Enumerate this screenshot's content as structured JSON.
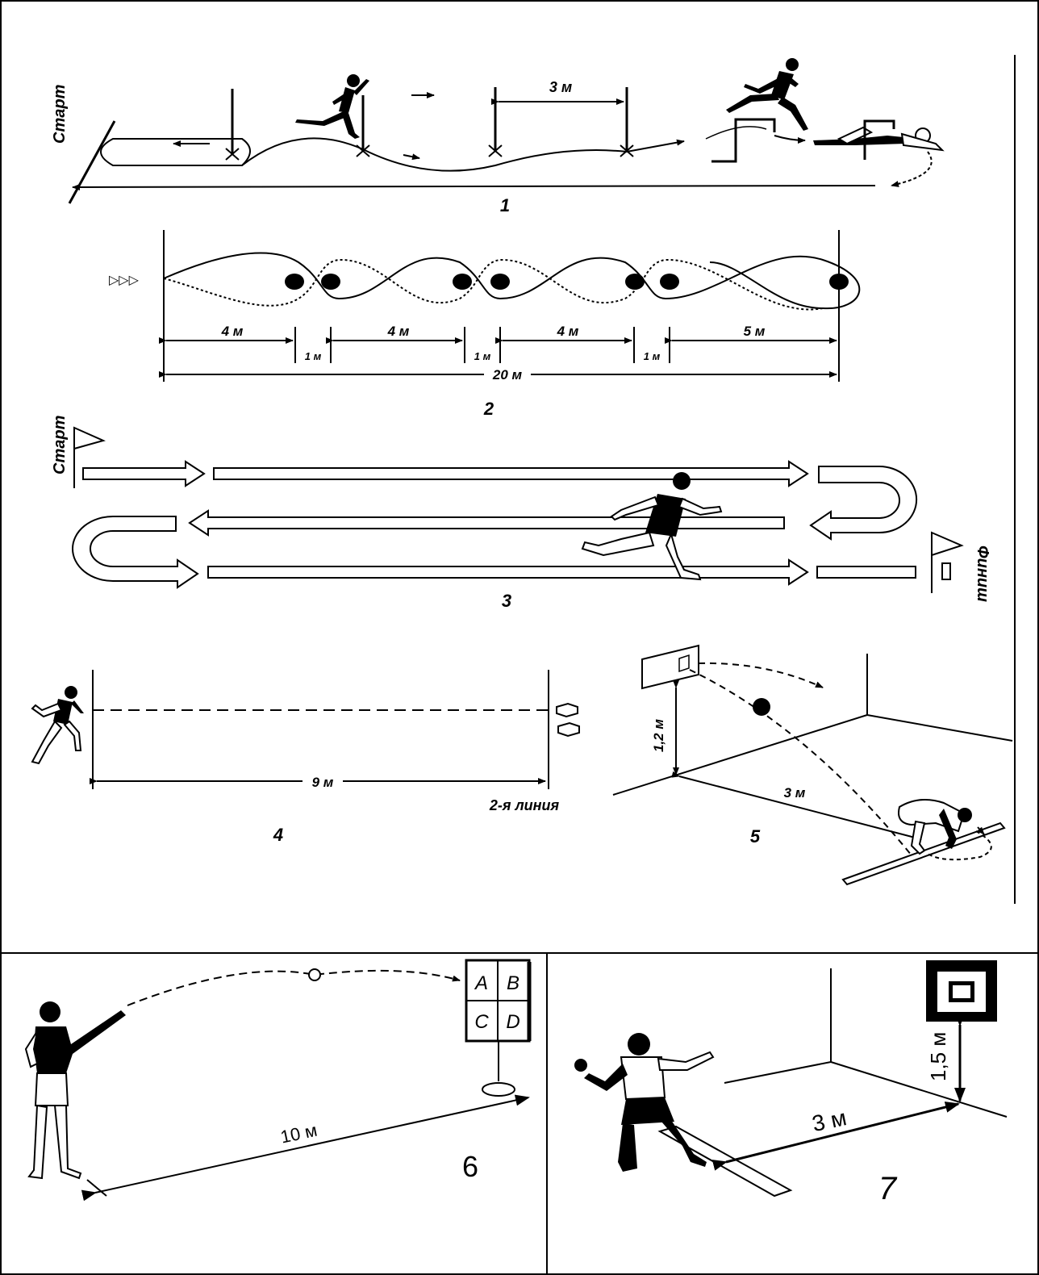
{
  "diagram_1": {
    "start_label": "Старт",
    "gap_label": "3 м",
    "number": "1"
  },
  "diagram_2": {
    "seg_a": "4 м",
    "gap_a": "1 м",
    "seg_b": "4 м",
    "gap_b": "1 м",
    "seg_c": "4 м",
    "gap_c": "1 м",
    "seg_d": "5 м",
    "total": "20 м",
    "number": "2"
  },
  "diagram_3": {
    "start_label": "Старт",
    "finish_label": "Финиш",
    "number": "3"
  },
  "diagram_4": {
    "distance": "9 м",
    "line_label": "2-я линия",
    "number": "4"
  },
  "diagram_5": {
    "height": "1,2 м",
    "distance": "3 м",
    "number": "5"
  },
  "diagram_6": {
    "target_cells": [
      "A",
      "B",
      "C",
      "D"
    ],
    "distance": "10 м",
    "number": "6"
  },
  "diagram_7": {
    "height": "1,5 м",
    "distance": "3 м",
    "number": "7"
  }
}
